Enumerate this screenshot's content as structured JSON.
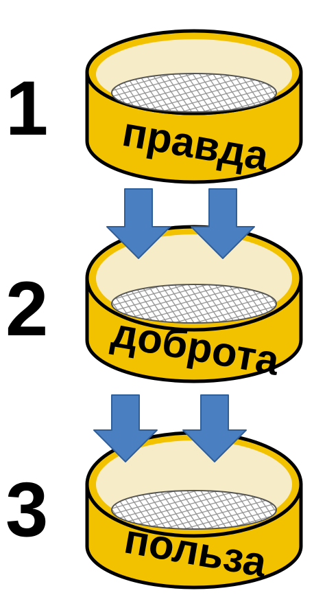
{
  "colors": {
    "rim": "#f2c200",
    "rim_shadow": "#d9a800",
    "inner": "#f6ecc8",
    "mesh": "#9a9a9a",
    "outline": "#000000",
    "arrow_fill": "#4a7fc1",
    "arrow_stroke": "#2f5e99"
  },
  "steps": [
    {
      "number": "1",
      "label": "правда"
    },
    {
      "number": "2",
      "label": "доброта"
    },
    {
      "number": "3",
      "label": "польза"
    }
  ]
}
